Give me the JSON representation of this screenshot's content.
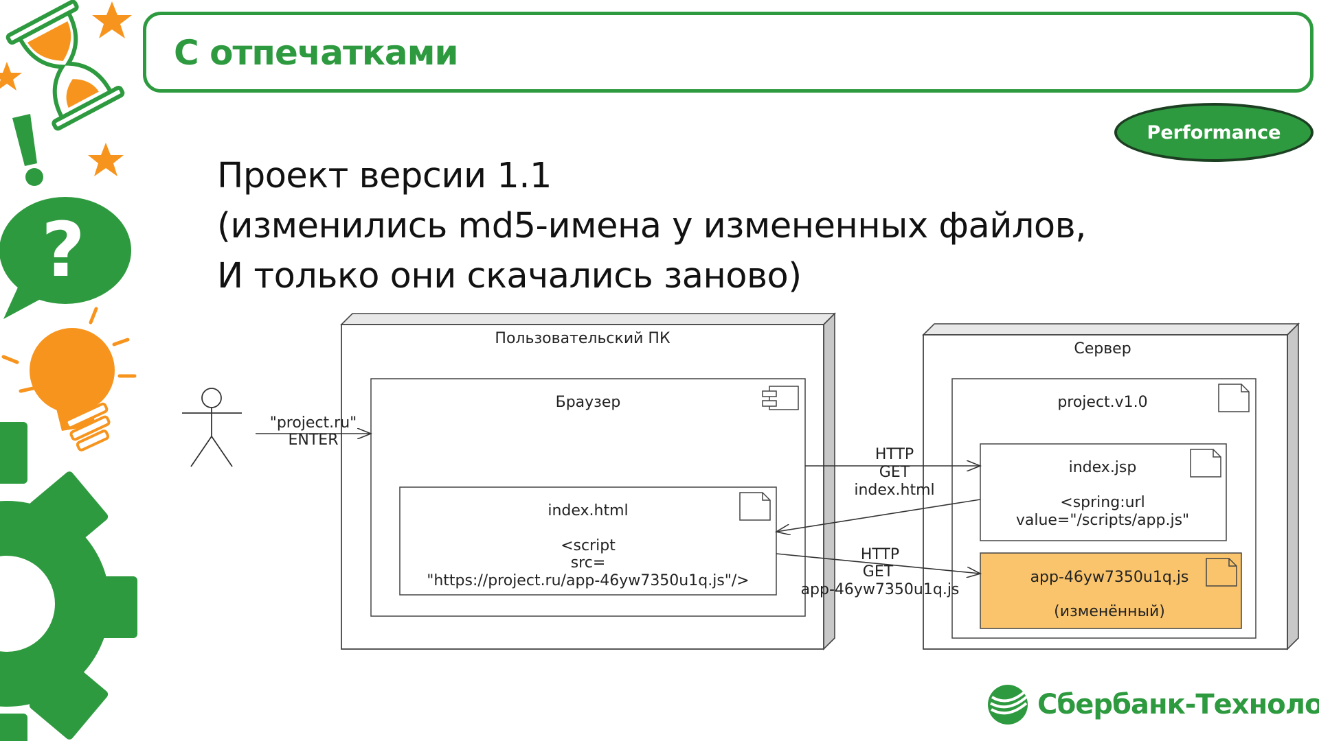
{
  "slide": {
    "title": "С отпечатками",
    "badge": "Performance",
    "heading_lines": [
      "Проект версии 1.1",
      "(изменились md5-имена у измененных файлов,",
      "И только они скачались заново)"
    ],
    "logo_text": "Сбербанк-Технологии"
  },
  "diagram": {
    "user_pc": {
      "label": "Пользовательский ПК"
    },
    "browser": {
      "label": "Браузер"
    },
    "user_action": {
      "line1": "\"project.ru\"",
      "line2": "ENTER"
    },
    "index_html": {
      "title": "index.html",
      "line1": "<script",
      "line2": "src=",
      "line3": "\"https://project.ru/app-46yw7350u1q.js\"/>"
    },
    "server": {
      "label": "Сервер"
    },
    "project": {
      "label": "project.v1.0"
    },
    "index_jsp": {
      "title": "index.jsp",
      "line1": "<spring:url",
      "line2": "value=\"/scripts/app.js\""
    },
    "app_js": {
      "title": "app-46yw7350u1q.js",
      "subtitle": "(изменённый)"
    },
    "request1": {
      "line1": "HTTP",
      "line2": "GET",
      "line3": "index.html"
    },
    "request2": {
      "line1": "HTTP",
      "line2": "GET",
      "line3": "app-46yw7350u1q.js"
    }
  },
  "colors": {
    "brand_green": "#2e9a3f",
    "accent_orange": "#f7941d",
    "changed_file_fill": "#f9c46b"
  }
}
